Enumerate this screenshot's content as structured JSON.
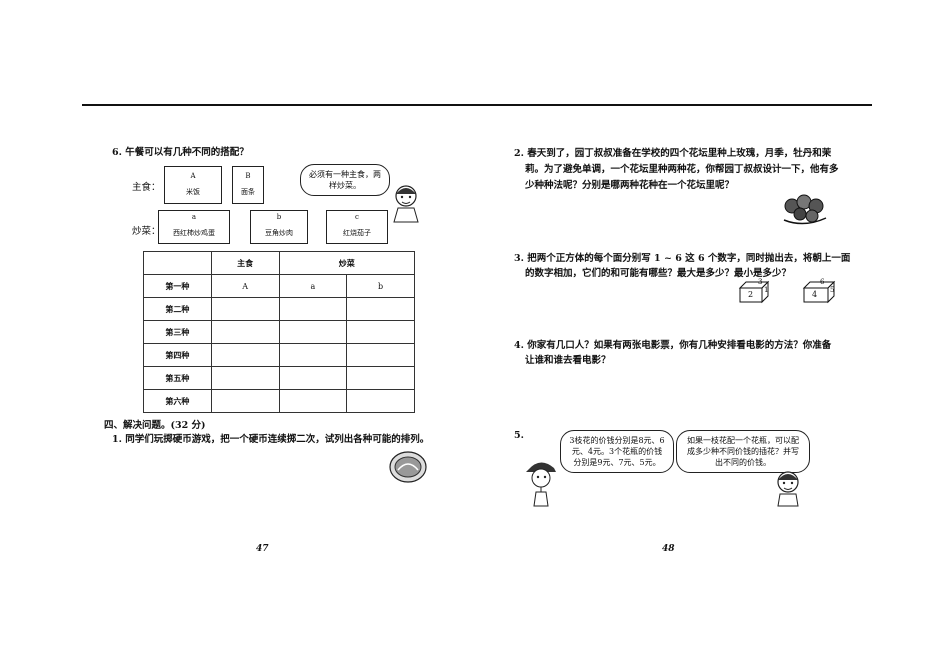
{
  "left_page": {
    "q6": {
      "title": "6. 午餐可以有几种不同的搭配？",
      "staple_label": "主食：",
      "dish_label": "炒菜：",
      "staples": [
        {
          "code": "A",
          "name": "米饭"
        },
        {
          "code": "B",
          "name": "面条"
        }
      ],
      "dishes": [
        {
          "code": "a",
          "name": "西红柿炒鸡蛋"
        },
        {
          "code": "b",
          "name": "豆角炒肉"
        },
        {
          "code": "c",
          "name": "红烧茄子"
        }
      ],
      "bubble": "必须有一种主食，两样炒菜。",
      "table": {
        "headers": [
          "",
          "主食",
          "炒菜"
        ],
        "rows": [
          {
            "label": "第一种",
            "c1": "A",
            "c2": "a",
            "c3": "b"
          },
          {
            "label": "第二种",
            "c1": "",
            "c2": "",
            "c3": ""
          },
          {
            "label": "第三种",
            "c1": "",
            "c2": "",
            "c3": ""
          },
          {
            "label": "第四种",
            "c1": "",
            "c2": "",
            "c3": ""
          },
          {
            "label": "第五种",
            "c1": "",
            "c2": "",
            "c3": ""
          },
          {
            "label": "第六种",
            "c1": "",
            "c2": "",
            "c3": ""
          }
        ]
      }
    },
    "section4": "四、解决问题。(32 分)",
    "q1": "1. 同学们玩掷硬币游戏，把一个硬币连续掷二次，试列出各种可能的排列。",
    "page_number": "47"
  },
  "right_page": {
    "q2": {
      "line1": "2. 春天到了，园丁叔叔准备在学校的四个花坛里种上玫瑰，月季，牡丹和茉",
      "line2": "莉。为了避免单调，一个花坛里种两种花，你帮园丁叔叔设计一下，他有多",
      "line3": "少种种法呢？分别是哪两种花种在一个花坛里呢？"
    },
    "q3": {
      "line1": "3. 把两个正方体的每个面分别写 1 ~ 6 这 6 个数字，同时抛出去，将朝上一面",
      "line2": "的数字相加，它们的和可能有哪些？最大是多少？最小是多少？",
      "cube1": {
        "top": "3",
        "front": "2",
        "side": "1"
      },
      "cube2": {
        "top": "6",
        "front": "4",
        "side": "5"
      }
    },
    "q4": {
      "line1": "4. 你家有几口人？如果有两张电影票，你有几种安排看电影的方法？你准备",
      "line2": "让谁和谁去看电影？"
    },
    "q5": {
      "number": "5.",
      "bubble_left": "3枝花的价钱分别是8元、6元、4元。3个花瓶的价钱分别是9元、7元、5元。",
      "bubble_right": "如果一枝花配一个花瓶，可以配成多少种不同价钱的插花？并写出不同的价钱。"
    },
    "page_number": "48"
  }
}
